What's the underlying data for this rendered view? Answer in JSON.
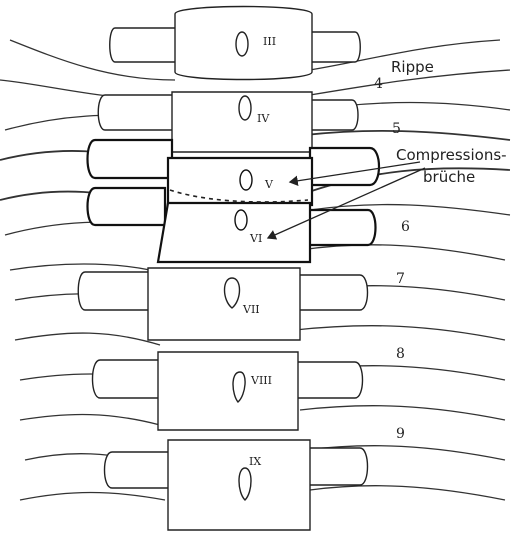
{
  "figure": {
    "vertebra_labels": [
      "III",
      "IV",
      "V",
      "VI",
      "VII",
      "VIII",
      "IX"
    ],
    "rib_label": "Rippe",
    "rib_numbers": [
      "4",
      "5",
      "6",
      "7",
      "8",
      "9"
    ],
    "annotation_line1": "Compressions-",
    "annotation_line2": "brüche"
  }
}
